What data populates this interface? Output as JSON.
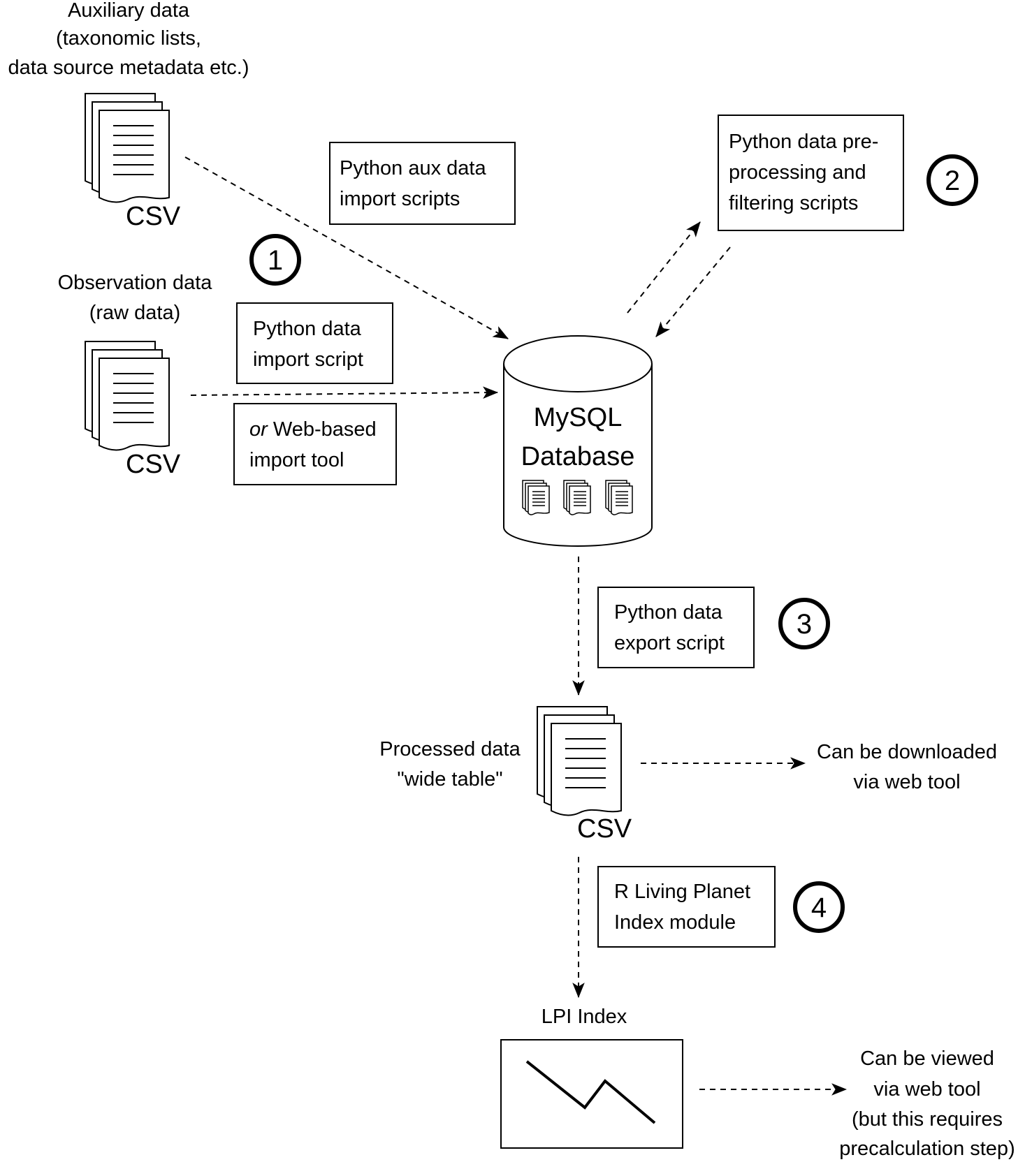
{
  "labels": {
    "aux_line1": "Auxiliary data",
    "aux_line2": "(taxonomic lists,",
    "aux_line3": "data source metadata etc.)",
    "obs_line1": "Observation data",
    "obs_line2": "(raw data)",
    "processed_line1": "Processed data",
    "processed_line2": "\"wide table\"",
    "lpi_index": "LPI Index",
    "download_line1": "Can be downloaded",
    "download_line2": "via web tool",
    "viewed_line1": "Can be viewed",
    "viewed_line2": "via web tool",
    "viewed_line3": "(but this requires",
    "viewed_line4": "precalculation step)",
    "csv": "CSV"
  },
  "boxes": {
    "aux_import": [
      "Python aux data",
      "import scripts"
    ],
    "preprocess": [
      "Python data pre-",
      "processing and",
      "filtering scripts"
    ],
    "data_import": [
      "Python data",
      "import script"
    ],
    "web_import_italic": "or",
    "web_import_rest": " Web-based",
    "web_import_line2": "import tool",
    "export": [
      "Python data",
      "export script"
    ],
    "r_module": [
      "R Living Planet",
      "Index module"
    ]
  },
  "database": {
    "line1": "MySQL",
    "line2": "Database"
  },
  "steps": [
    "1",
    "2",
    "3",
    "4"
  ]
}
